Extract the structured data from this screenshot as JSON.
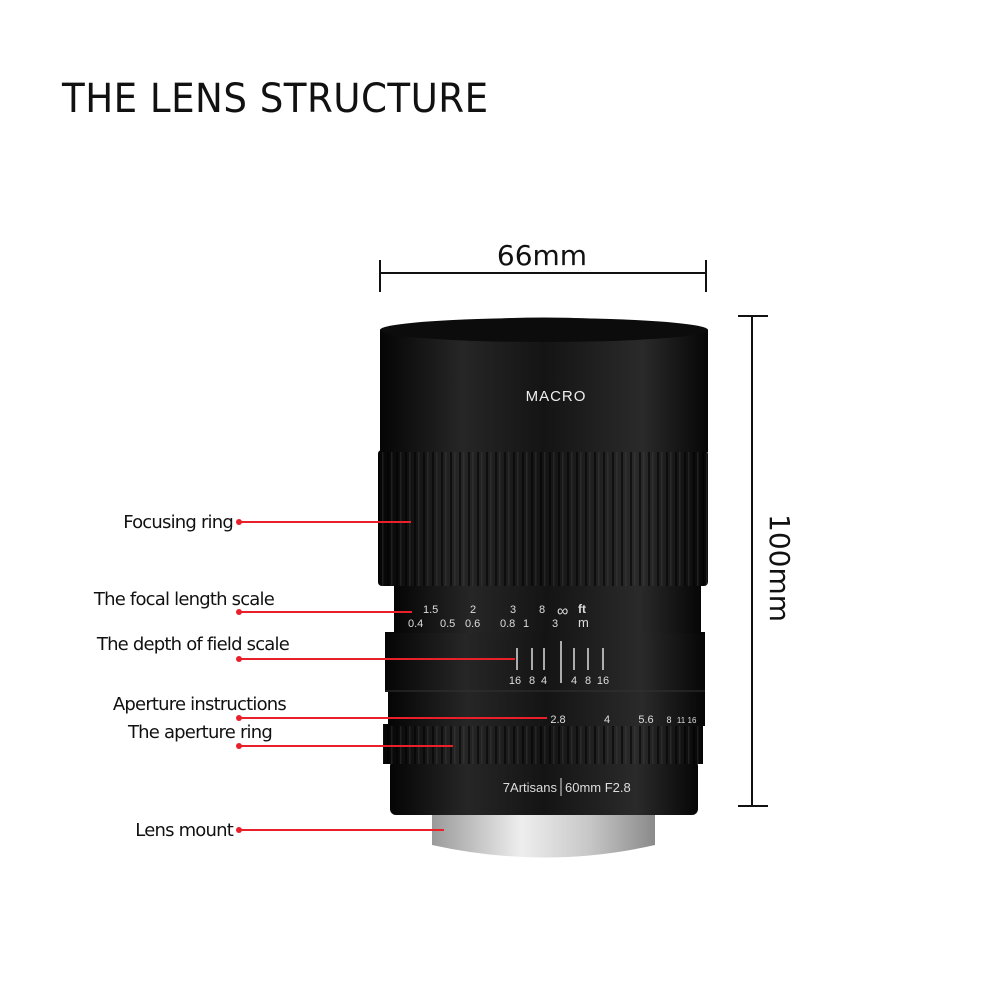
{
  "title": "THE LENS STRUCTURE",
  "dimensions": {
    "width": "66mm",
    "height": "100mm"
  },
  "lens": {
    "model_mark": "MACRO",
    "brand": "7Artisans",
    "spec": "60mm F2.8",
    "distance_ft": [
      "1.5",
      "2",
      "3",
      "8",
      "∞",
      "ft"
    ],
    "distance_m": [
      "0.4",
      "0.5",
      "0.6",
      "0.8",
      "1",
      "3",
      "m"
    ],
    "dof_marks": [
      "16",
      "8",
      "4",
      "4",
      "8",
      "16"
    ],
    "apertures": [
      "2.8",
      "4",
      "5.6",
      "8",
      "11",
      "16"
    ]
  },
  "callouts": [
    {
      "label": "Focusing ring"
    },
    {
      "label": "The focal length scale"
    },
    {
      "label": "The depth of field scale"
    },
    {
      "label": "Aperture instructions"
    },
    {
      "label": "The aperture ring"
    },
    {
      "label": "Lens mount"
    }
  ],
  "colors": {
    "callout": "#e8202a",
    "lens_body": "#151515"
  }
}
